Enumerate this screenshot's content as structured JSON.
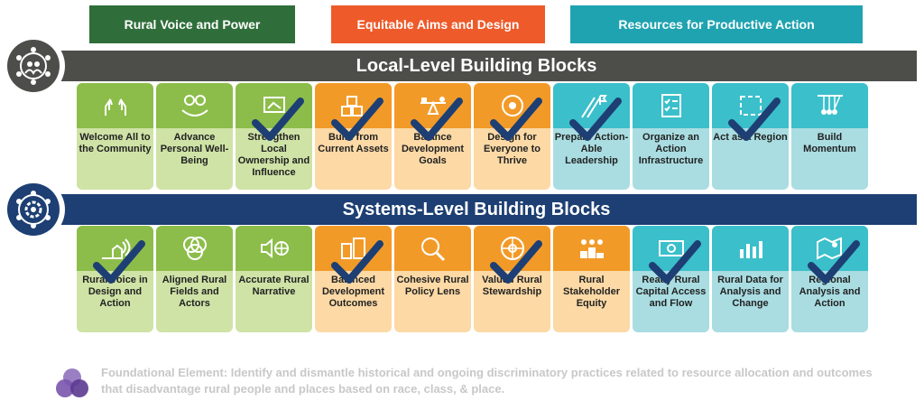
{
  "categories": {
    "voice": "Rural Voice and Power",
    "aims": "Equitable Aims and Design",
    "resources": "Resources for Productive Action"
  },
  "local": {
    "title": "Local-Level Building Blocks",
    "tiles": [
      {
        "label": "Welcome All to the Community",
        "color": "g",
        "checked": false,
        "icon": "raised-hands-icon"
      },
      {
        "label": "Advance Personal Well-Being",
        "color": "g",
        "checked": false,
        "icon": "hands-holding-icon"
      },
      {
        "label": "Strengthen Local Ownership and Influence",
        "color": "g",
        "checked": true,
        "icon": "ownership-icon"
      },
      {
        "label": "Build from Current Assets",
        "color": "o",
        "checked": true,
        "icon": "blocks-icon"
      },
      {
        "label": "Balance Development Goals",
        "color": "o",
        "checked": true,
        "icon": "seesaw-icon"
      },
      {
        "label": "Design for Everyone to Thrive",
        "color": "o",
        "checked": true,
        "icon": "circle-people-icon"
      },
      {
        "label": "Prepare Action-Able Leadership",
        "color": "t",
        "checked": true,
        "icon": "ladder-flag-icon"
      },
      {
        "label": "Organize an Action Infrastructure",
        "color": "t",
        "checked": false,
        "icon": "checklist-icon"
      },
      {
        "label": "Act as a Region",
        "color": "t",
        "checked": true,
        "icon": "region-icon"
      },
      {
        "label": "Build Momentum",
        "color": "t",
        "checked": false,
        "icon": "pendulum-icon"
      }
    ]
  },
  "systems": {
    "title": "Systems-Level Building Blocks",
    "tiles": [
      {
        "label": "Rural Voice in Design and Action",
        "color": "g",
        "checked": true,
        "icon": "town-signal-icon"
      },
      {
        "label": "Aligned Rural Fields and Actors",
        "color": "g",
        "checked": false,
        "icon": "venn-icon"
      },
      {
        "label": "Accurate Rural Narrative",
        "color": "g",
        "checked": false,
        "icon": "speaker-globe-icon"
      },
      {
        "label": "Balanced Development Outcomes",
        "color": "o",
        "checked": true,
        "icon": "buildings-icon"
      },
      {
        "label": "Cohesive Rural Policy Lens",
        "color": "o",
        "checked": false,
        "icon": "magnifier-icon"
      },
      {
        "label": "Valued Rural Stewardship",
        "color": "o",
        "checked": true,
        "icon": "wheel-icon"
      },
      {
        "label": "Rural Stakeholder Equity",
        "color": "o",
        "checked": false,
        "icon": "people-pedestals-icon"
      },
      {
        "label": "Ready Rural Capital Access and Flow",
        "color": "t",
        "checked": true,
        "icon": "money-icon"
      },
      {
        "label": "Rural Data for Analysis and Change",
        "color": "t",
        "checked": false,
        "icon": "bar-chart-icon"
      },
      {
        "label": "Regional Analysis and Action",
        "color": "t",
        "checked": true,
        "icon": "map-pin-icon"
      }
    ]
  },
  "legend": {
    "text": "Foundational Element: Identify and dismantle historical and ongoing discriminatory practices related to resource allocation and outcomes that disadvantage rural people and places based on race, class, & place."
  },
  "colors": {
    "green_dark": "#2f6e3a",
    "orange": "#ee5a2a",
    "teal": "#1fa3b0",
    "local_band": "#4d4d4a",
    "systems_band": "#1d3f73",
    "check": "#1d3f73"
  }
}
